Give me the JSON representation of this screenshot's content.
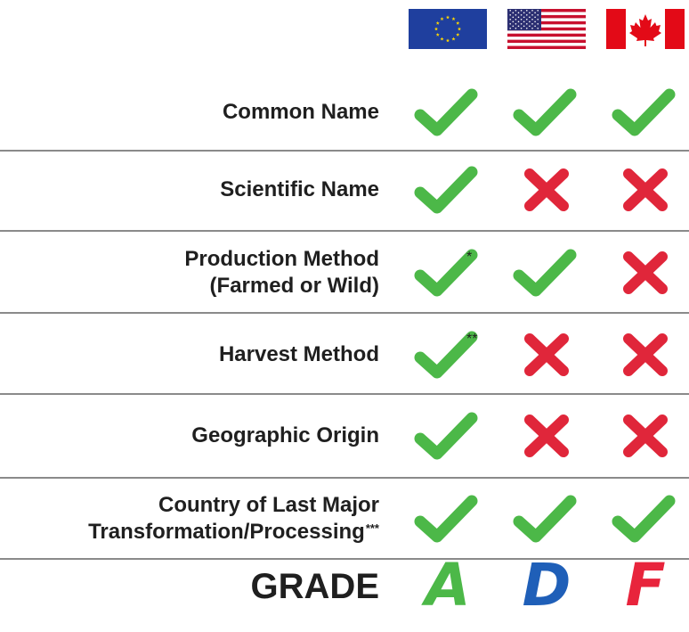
{
  "flags": [
    {
      "name": "European Union",
      "icon": "eu-flag-icon"
    },
    {
      "name": "United States",
      "icon": "us-flag-icon"
    },
    {
      "name": "Canada",
      "icon": "canada-flag-icon"
    }
  ],
  "rows": [
    {
      "label_lines": [
        "Common Name"
      ],
      "note": "",
      "marks": [
        "check",
        "check",
        "check"
      ],
      "mark_notes": [
        "",
        "",
        ""
      ]
    },
    {
      "label_lines": [
        "Scientific Name"
      ],
      "note": "",
      "marks": [
        "check",
        "cross",
        "cross"
      ],
      "mark_notes": [
        "",
        "",
        ""
      ]
    },
    {
      "label_lines": [
        "Production Method",
        "(Farmed or Wild)"
      ],
      "note": "",
      "marks": [
        "check",
        "check",
        "cross"
      ],
      "mark_notes": [
        "*",
        "",
        ""
      ]
    },
    {
      "label_lines": [
        "Harvest Method"
      ],
      "note": "",
      "marks": [
        "check",
        "cross",
        "cross"
      ],
      "mark_notes": [
        "**",
        "",
        ""
      ]
    },
    {
      "label_lines": [
        "Geographic Origin"
      ],
      "note": "",
      "marks": [
        "check",
        "cross",
        "cross"
      ],
      "mark_notes": [
        "",
        "",
        ""
      ]
    },
    {
      "label_lines": [
        "Country of Last Major",
        "Transformation/Processing"
      ],
      "note": "***",
      "marks": [
        "check",
        "check",
        "check"
      ],
      "mark_notes": [
        "",
        "",
        ""
      ]
    }
  ],
  "grade": {
    "label": "GRADE",
    "values": [
      "A",
      "D",
      "F"
    ],
    "colors": [
      "#4cb848",
      "#1f5fb8",
      "#e8243c"
    ]
  },
  "colors": {
    "check": "#4cb848",
    "cross": "#e0263a",
    "divider": "#8a8a8a"
  }
}
